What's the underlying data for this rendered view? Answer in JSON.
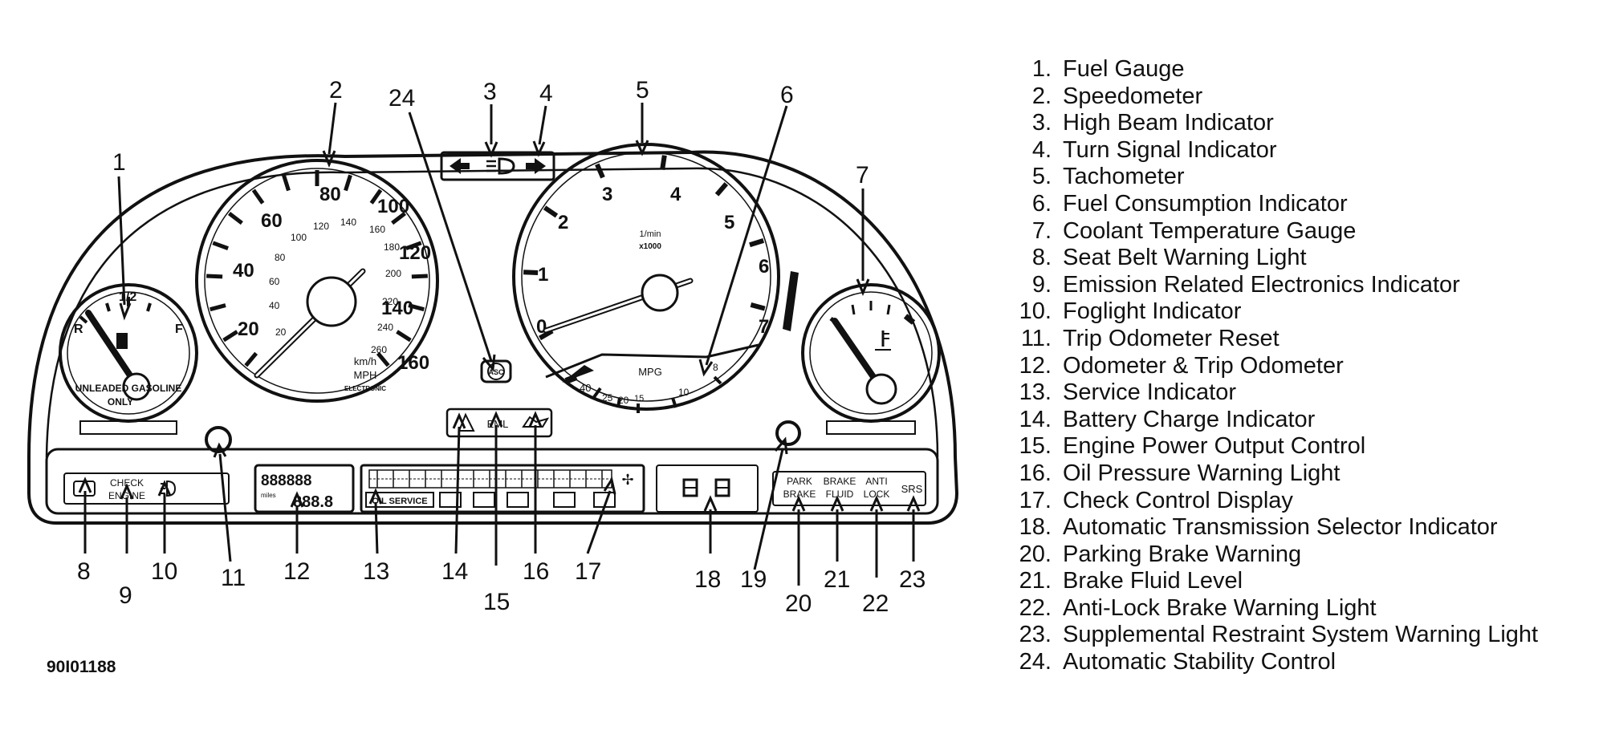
{
  "figure_code": "90I01188",
  "callouts": [
    "1",
    "2",
    "3",
    "4",
    "5",
    "6",
    "7",
    "8",
    "9",
    "10",
    "11",
    "12",
    "13",
    "14",
    "15",
    "16",
    "17",
    "18",
    "19",
    "20",
    "21",
    "22",
    "23",
    "24"
  ],
  "legend": [
    {
      "num": "1.",
      "label": "Fuel Gauge"
    },
    {
      "num": "2.",
      "label": "Speedometer"
    },
    {
      "num": "3.",
      "label": "High Beam Indicator"
    },
    {
      "num": "4.",
      "label": "Turn Signal Indicator"
    },
    {
      "num": "5.",
      "label": "Tachometer"
    },
    {
      "num": "6.",
      "label": "Fuel Consumption Indicator"
    },
    {
      "num": "7.",
      "label": "Coolant Temperature Gauge"
    },
    {
      "num": "8.",
      "label": "Seat Belt Warning Light"
    },
    {
      "num": "9.",
      "label": "Emission Related Electronics Indicator"
    },
    {
      "num": "10.",
      "label": "Foglight Indicator"
    },
    {
      "num": "11.",
      "label": "Trip Odometer Reset"
    },
    {
      "num": "12.",
      "label": "Odometer & Trip Odometer"
    },
    {
      "num": "13.",
      "label": "Service Indicator"
    },
    {
      "num": "14.",
      "label": "Battery Charge Indicator"
    },
    {
      "num": "15.",
      "label": "Engine Power Output Control"
    },
    {
      "num": "16.",
      "label": "Oil Pressure Warning Light"
    },
    {
      "num": "17.",
      "label": "Check Control Display"
    },
    {
      "num": "18.",
      "label": "Automatic Transmission Selector Indicator"
    },
    {
      "num": "20.",
      "label": "Parking Brake Warning"
    },
    {
      "num": "21.",
      "label": "Brake Fluid Level"
    },
    {
      "num": "22.",
      "label": "Anti-Lock Brake Warning Light"
    },
    {
      "num": "23.",
      "label": "Supplemental Restraint System Warning Light"
    },
    {
      "num": "24.",
      "label": "Automatic Stability Control"
    }
  ],
  "fuel_gauge": {
    "empty": "R",
    "half": "1/2",
    "full": "F",
    "text_line1": "UNLEADED GASOLINE",
    "text_line2": "ONLY"
  },
  "speedometer": {
    "mph_ticks": [
      "20",
      "40",
      "60",
      "80",
      "100",
      "120",
      "140",
      "160"
    ],
    "kmh_ticks": [
      "20",
      "40",
      "60",
      "80",
      "100",
      "120",
      "140",
      "160",
      "180",
      "200",
      "220",
      "240",
      "260"
    ],
    "unit1": "km/h",
    "unit2": "MPH",
    "unit3": "ELECTRONIC"
  },
  "tachometer": {
    "ticks": [
      "0",
      "1",
      "2",
      "3",
      "4",
      "5",
      "6",
      "7"
    ],
    "unit1": "1/min",
    "unit2": "x1000"
  },
  "mpg_gauge": {
    "ticks": [
      "40",
      "25",
      "20",
      "15",
      "10",
      "8"
    ],
    "label": "MPG"
  },
  "asc_label": "ASC",
  "eml_label": "EML",
  "left_panel": {
    "line1": "CHECK",
    "line2": "ENGINE"
  },
  "odometer": {
    "top": "888888",
    "unit": "miles",
    "bottom": "888.8"
  },
  "service_label": "OIL SERVICE",
  "brake_panel": {
    "park1": "PARK",
    "park2": "BRAKE",
    "brake1": "BRAKE",
    "brake2": "FLUID",
    "anti1": "ANTI",
    "anti2": "LOCK",
    "srs": "SRS"
  }
}
